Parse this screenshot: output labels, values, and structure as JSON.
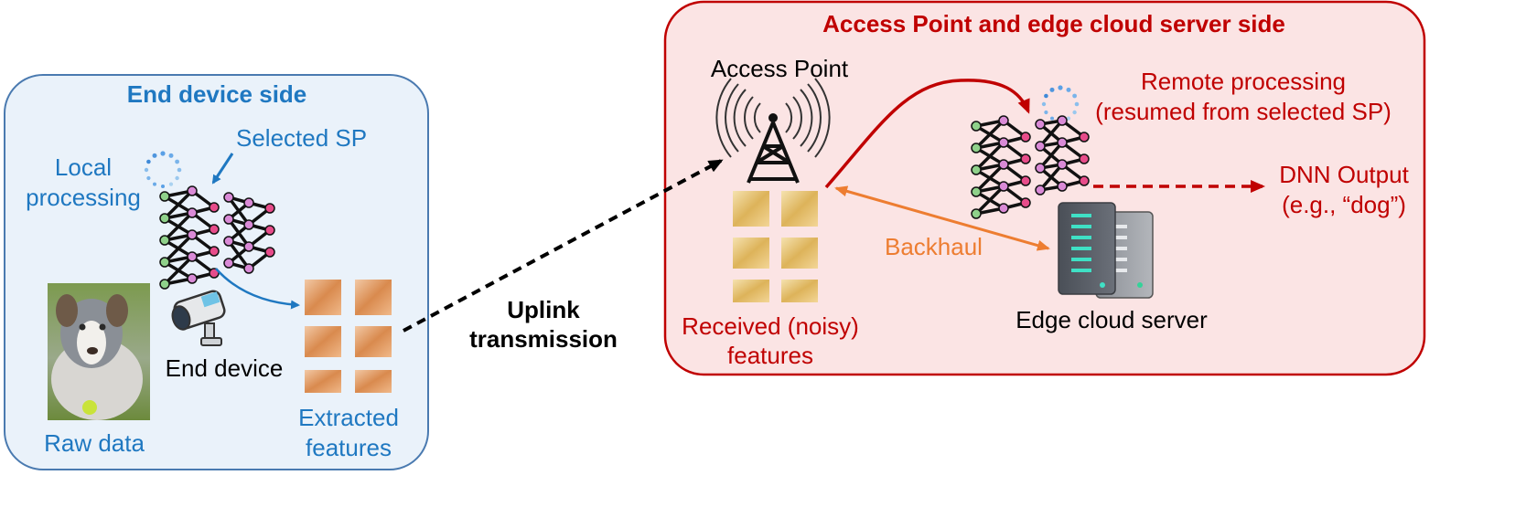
{
  "colors": {
    "device_box_fill": "#eaf2fa",
    "device_box_stroke": "#4a7ab0",
    "device_text": "#1f78c1",
    "server_box_fill": "#fbe4e4",
    "server_box_stroke": "#c00000",
    "server_text": "#c00000",
    "backhaul": "#ed7d31",
    "uplink": "#000000",
    "feature_tile": "#e0a06a",
    "received_tile": "#e8c67a"
  },
  "device_side": {
    "title": "End device side",
    "selected_sp": "Selected SP",
    "local_processing_line1": "Local",
    "local_processing_line2": "processing",
    "end_device": "End device",
    "raw_data": "Raw data",
    "extracted_line1": "Extracted",
    "extracted_line2": "features"
  },
  "uplink": {
    "line1": "Uplink",
    "line2": "transmission"
  },
  "server_side": {
    "title": "Access  Point and edge cloud server side",
    "access_point": "Access Point",
    "remote_line1": "Remote processing",
    "remote_line2": "(resumed from selected SP)",
    "dnn_line1": "DNN Output",
    "dnn_line2": "(e.g., “dog”)",
    "backhaul": "Backhaul",
    "edge_server": "Edge cloud server",
    "received_line1": "Received (noisy)",
    "received_line2": "features"
  },
  "icons": [
    "spinner-icon",
    "neural-network-icon",
    "camera-icon",
    "dog-photo",
    "antenna-tower-icon",
    "server-rack-icon"
  ]
}
